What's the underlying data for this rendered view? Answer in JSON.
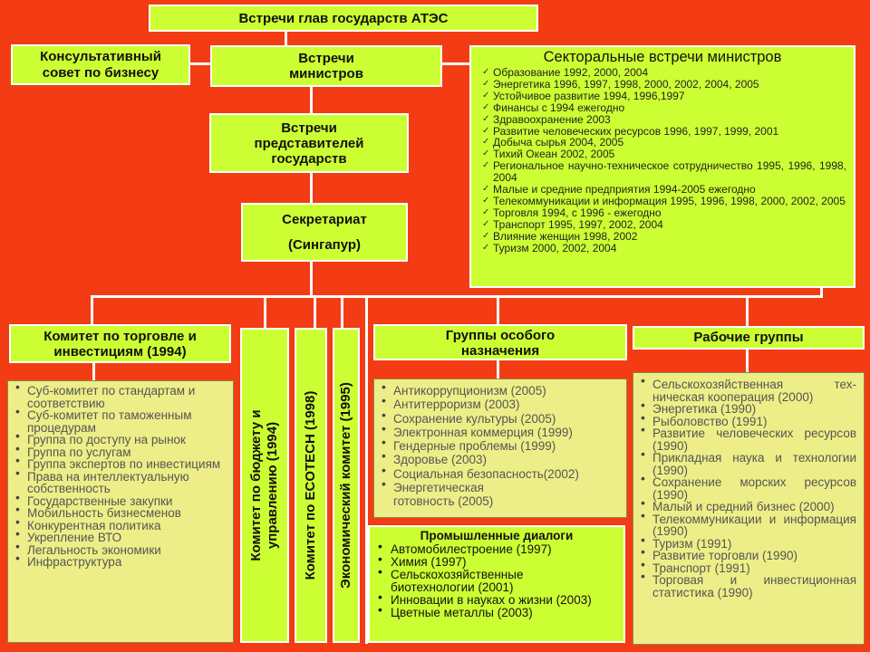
{
  "top": {
    "title": "Встречи глав государств АТЭС"
  },
  "advisory": {
    "line1": "Консультативный",
    "line2": "совет по бизнесу"
  },
  "ministers": {
    "line1": "Встречи",
    "line2": "министров"
  },
  "reps": {
    "line1": "Встречи",
    "line2": "представителей",
    "line3": "государств"
  },
  "secretariat": {
    "line1": "Секретариат",
    "line2": "(Сингапур)"
  },
  "sectoral": {
    "title": "Секторальные встречи министров",
    "items": [
      "Образование 1992, 2000, 2004",
      "Энергетика 1996, 1997, 1998, 2000, 2002, 2004, 2005",
      "Устойчивое развитие 1994, 1996,1997",
      "Финансы с 1994 ежегодно",
      "Здравоохранение 2003",
      "Развитие человеческих ресурсов 1996, 1997, 1999, 2001",
      "Добыча сырья 2004, 2005",
      "Тихий Океан 2002, 2005",
      "Региональное научно-техническое сотрудничество 1995, 1996, 1998, 2004",
      "Малые и средние предприятия 1994-2005 ежегодно",
      "Телекоммуникации и информация 1995, 1996, 1998, 2000, 2002, 2005",
      "Торговля 1994, с 1996 - ежегодно",
      "Транспорт 1995, 1997, 2002, 2004",
      "Влияние женщин 1998, 2002",
      "Туризм 2000, 2002, 2004"
    ]
  },
  "trade": {
    "title_line1": "Комитет по торговле и",
    "title_line2": "инвестициям (1994)",
    "items": [
      "Суб-комитет по стандартам и соответствию",
      "Суб-комитет по таможенным процедурам",
      "Группа по доступу на рынок",
      "Группа по услугам",
      "Группа экспертов по инвестициям",
      "Права на интеллектуальную собственность",
      "Государственные закупки",
      "Мобильность бизнесменов",
      "Конкурентная политика",
      "Укрепление ВТО",
      "Легальность экономики",
      "Инфраструктура"
    ]
  },
  "budget": {
    "line1": "Комитет по бюджету и",
    "line2": "управлению (1994)"
  },
  "ecotech": {
    "label": "Комитет по ECOTECH (1998)"
  },
  "economic": {
    "label": "Экономический комитет (1995)"
  },
  "special": {
    "title_line1": "Группы особого",
    "title_line2": "назначения",
    "items": [
      "Антикоррупционизм (2005)",
      "Антитерроризм (2003)",
      "Сохранение культуры (2005)",
      "Электронная коммерция (1999)",
      "Гендерные проблемы (1999)",
      "Здоровье (2003)",
      "Социальная безопасность(2002)",
      "Энергетическая готовность (2005)"
    ]
  },
  "industrial": {
    "title": "Промышленные диалоги",
    "items": [
      "Автомобилестроение (1997)",
      "Химия (1997)",
      "Сельскохозяйственные биотехнологии (2001)",
      "Инновации в науках о жизни (2003)",
      "Цветные металлы (2003)"
    ]
  },
  "working": {
    "title": "Рабочие группы",
    "items": [
      "Сельскохозяйственная тех-ническая кооперация (2000)",
      "Энергетика (1990)",
      "Рыболовство (1991)",
      "Развитие человеческих ресурсов (1990)",
      "Прикладная наука и технологии (1990)",
      "Сохранение морских ресурсов (1990)",
      "Малый и средний бизнес (2000)",
      "Телекоммуникации и информация (1990)",
      "Туризм (1991)",
      "Развитие торговли (1990)",
      "Транспорт (1991)",
      "Торговая и инвестиционная статистика (1990)"
    ]
  },
  "colors": {
    "background": "#f33c14",
    "box_dark": "#ccff33",
    "box_light": "#eeee88"
  }
}
